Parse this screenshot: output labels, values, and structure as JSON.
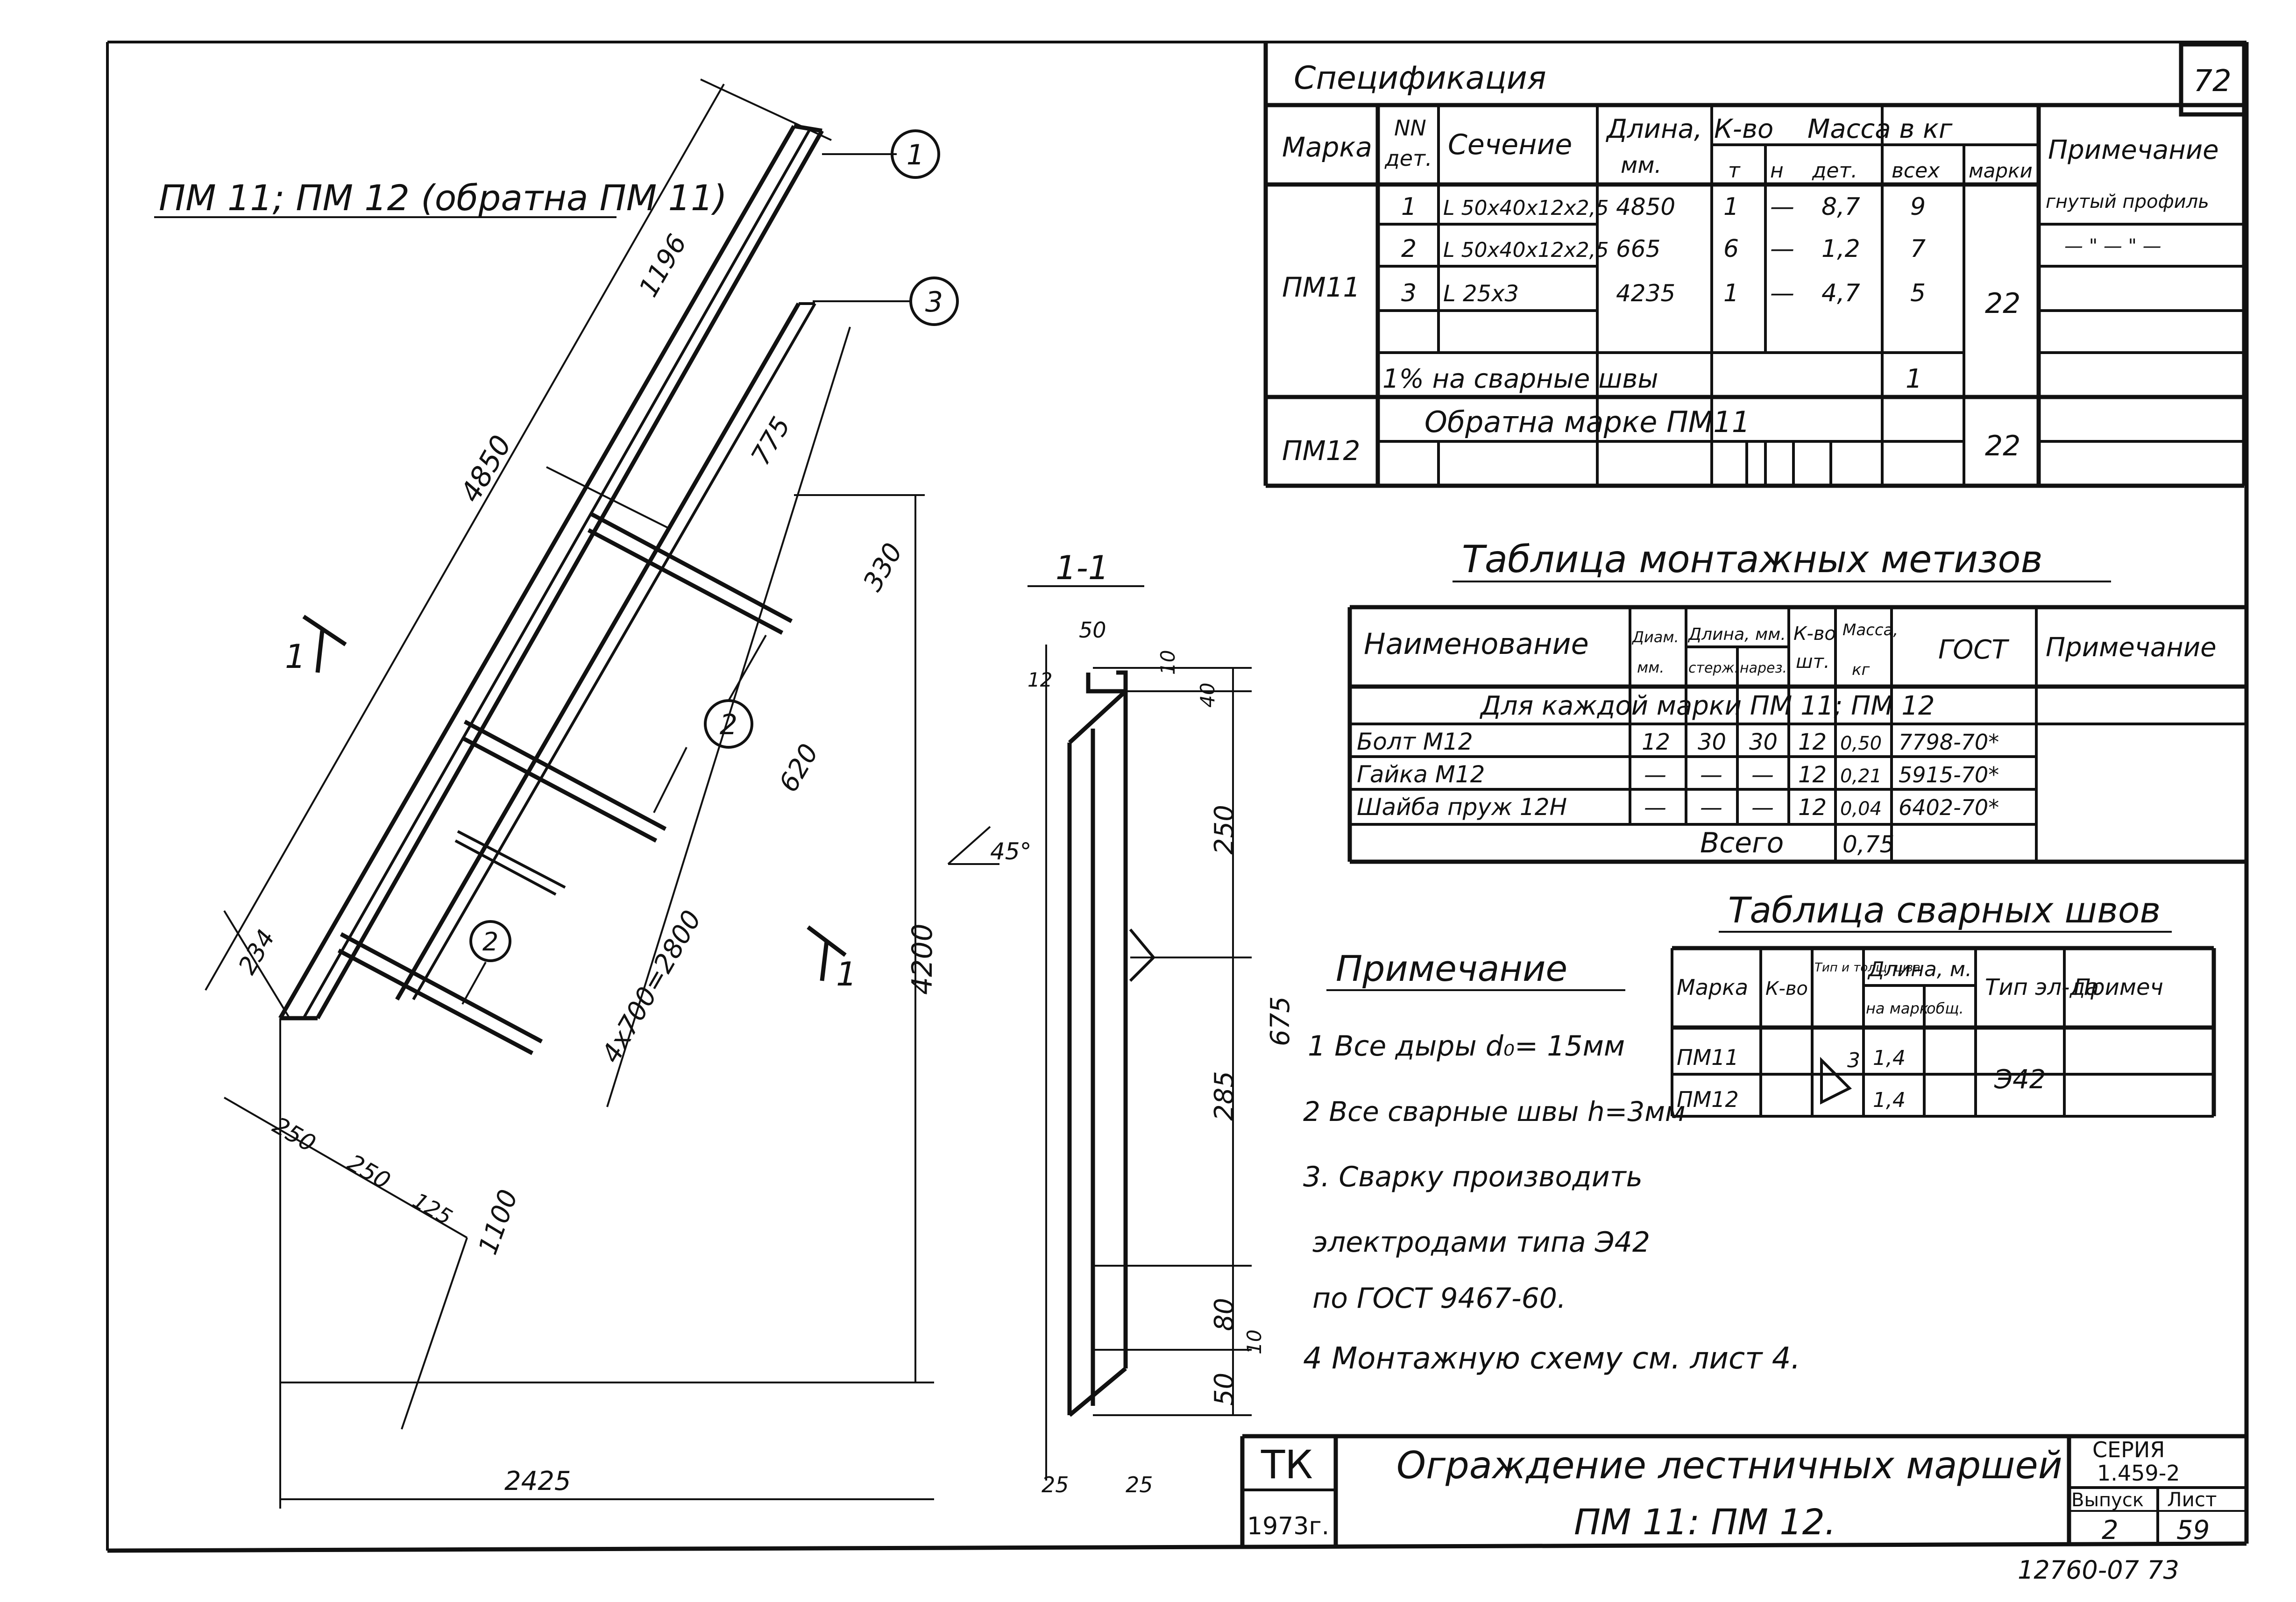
{
  "sheet_number": "72",
  "header": {
    "left_title": "ПМ 11; ПМ 12 (обратна ПМ 11)"
  },
  "drawing": {
    "callouts": [
      "1",
      "3",
      "2",
      "2"
    ],
    "section_marks": [
      "1",
      "1"
    ],
    "section_title": "1-1",
    "angle": "45°",
    "dims": {
      "d1196": "1196",
      "d4850": "4850",
      "d775": "775",
      "d330": "330",
      "d620": "620",
      "d4x700": "4x700=2800",
      "d234": "234",
      "d4200": "4200",
      "d250a": "250",
      "d250b": "250",
      "d125": "125",
      "d1100": "1100",
      "d2425": "2425",
      "s50": "50",
      "s12": "12",
      "s10": "10",
      "s40": "40",
      "s250": "250",
      "s675": "675",
      "s285": "285",
      "s80": "80",
      "s10b": "10",
      "s50b": "50",
      "s25a": "25",
      "s25b": "25"
    }
  },
  "spec": {
    "title": "Спецификация",
    "headers": {
      "marka": "Марка",
      "nn": "NN",
      "det": "дет.",
      "sechenie": "Сечение",
      "dlina": "Длина,",
      "mm": "мм.",
      "kvo": "К-во",
      "t": "т",
      "n": "н",
      "massa": "Масса в кг",
      "detm": "дет.",
      "vseh": "всех",
      "markim": "марки",
      "prim": "Примечание"
    },
    "pm11_mark": "ПМ11",
    "rows": [
      {
        "n": "1",
        "sec": "L 50x40x12x2,5",
        "len": "4850",
        "t": "1",
        "h": "—",
        "det": "8,7",
        "all": "9",
        "note": "гнутый профиль"
      },
      {
        "n": "2",
        "sec": "L 50x40x12x2,5",
        "len": "665",
        "t": "6",
        "h": "—",
        "det": "1,2",
        "all": "7",
        "note": "— \" — \" —"
      },
      {
        "n": "3",
        "sec": "L 25x3",
        "len": "4235",
        "t": "1",
        "h": "—",
        "det": "4,7",
        "all": "5",
        "note": ""
      }
    ],
    "pm11_total": "22",
    "weld_pct_label": "1% на сварные швы",
    "weld_pct_value": "1",
    "pm12_mark": "ПМ12",
    "pm12_text": "Обратна марке ПМ11",
    "pm12_total": "22"
  },
  "fasteners": {
    "title": "Таблица монтажных метизов",
    "headers": {
      "name": "Наименование",
      "diam": "Диам.",
      "diam_unit": "мм.",
      "len": "Длина, мм.",
      "sterzh": "стерж.",
      "nar": "нарез.",
      "kvo": "К-во",
      "sht": "шт.",
      "mass": "Масса,",
      "kg": "кг",
      "gost": "ГОСТ",
      "note": "Примечание"
    },
    "group_label": "Для каждой марки ПМ 11; ПМ 12",
    "rows": [
      {
        "name": "Болт М12",
        "d": "12",
        "ls": "30",
        "ln": "30",
        "q": "12",
        "m": "0,50",
        "g": "7798-70*"
      },
      {
        "name": "Гайка М12",
        "d": "—",
        "ls": "—",
        "ln": "—",
        "q": "12",
        "m": "0,21",
        "g": "5915-70*"
      },
      {
        "name": "Шайба пруж 12Н",
        "d": "—",
        "ls": "—",
        "ln": "—",
        "q": "12",
        "m": "0,04",
        "g": "6402-70*"
      }
    ],
    "total_label": "Всего",
    "total_value": "0,75"
  },
  "welds": {
    "title": "Таблица сварных швов",
    "headers": {
      "marka": "Марка",
      "kvo": "К-во",
      "tip": "Тип и толщ. шва",
      "dlina": "Длина, м.",
      "na_mark": "на марк",
      "obsh": "общ.",
      "tip_el": "Тип эл-да",
      "prim": "Примеч"
    },
    "rows": [
      {
        "mark": "ПМ11",
        "len": "1,4"
      },
      {
        "mark": "ПМ12",
        "len": "1,4"
      }
    ],
    "seam_type": "3",
    "electrode": "Э42"
  },
  "notes": {
    "title": "Примечание",
    "items": [
      "1 Все дыры d₀= 15мм",
      "2 Все сварные швы h=3мм",
      "3. Сварку производить",
      "электродами типа Э42",
      "по ГОСТ 9467-60.",
      "4 Монтажную схему см. лист 4."
    ]
  },
  "title_block": {
    "org": "ТК",
    "year": "1973г.",
    "title_line1": "Ограждение лестничных маршей",
    "title_line2": "ПМ 11: ПМ 12.",
    "seria_label": "СЕРИЯ",
    "seria_value": "1.459-2",
    "vypusk_label": "Выпуск",
    "vypusk_value": "2",
    "list_label": "Лист",
    "list_value": "59"
  },
  "stamp_number": "12760-07 73"
}
